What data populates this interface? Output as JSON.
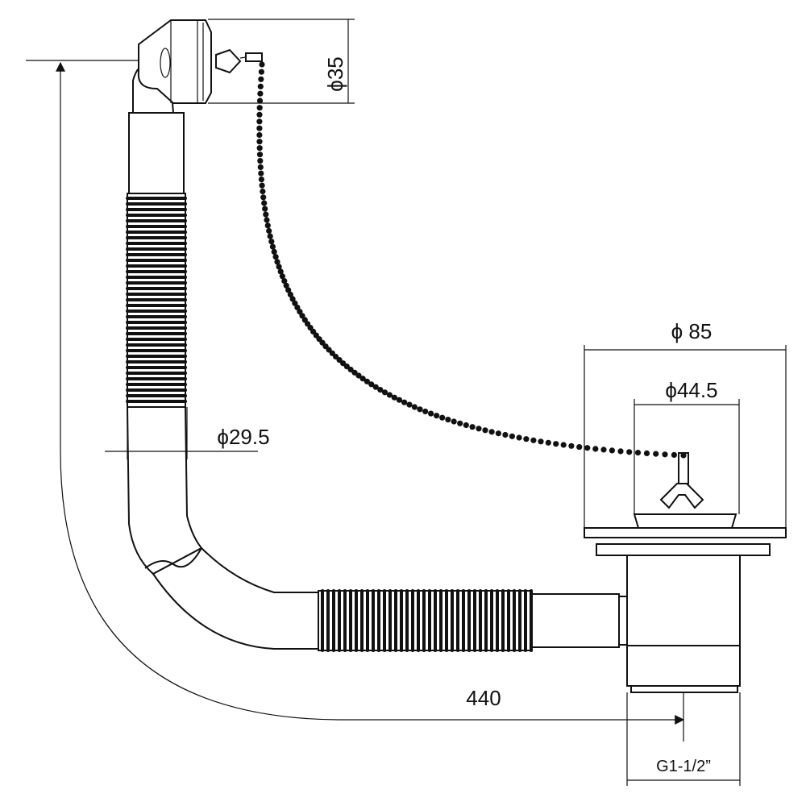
{
  "dimensions": {
    "overflow_diameter": "ϕ35",
    "waste_outer_diameter": "ϕ 85",
    "waste_inner_diameter": "ϕ44.5",
    "pipe_diameter": "ϕ29.5",
    "length": "440",
    "thread": "G1-1/2”"
  },
  "components": [
    "overflow-head-icon",
    "overflow-chain-icon",
    "corrugated-hose-icon",
    "waste-plug-icon",
    "waste-body-icon"
  ]
}
